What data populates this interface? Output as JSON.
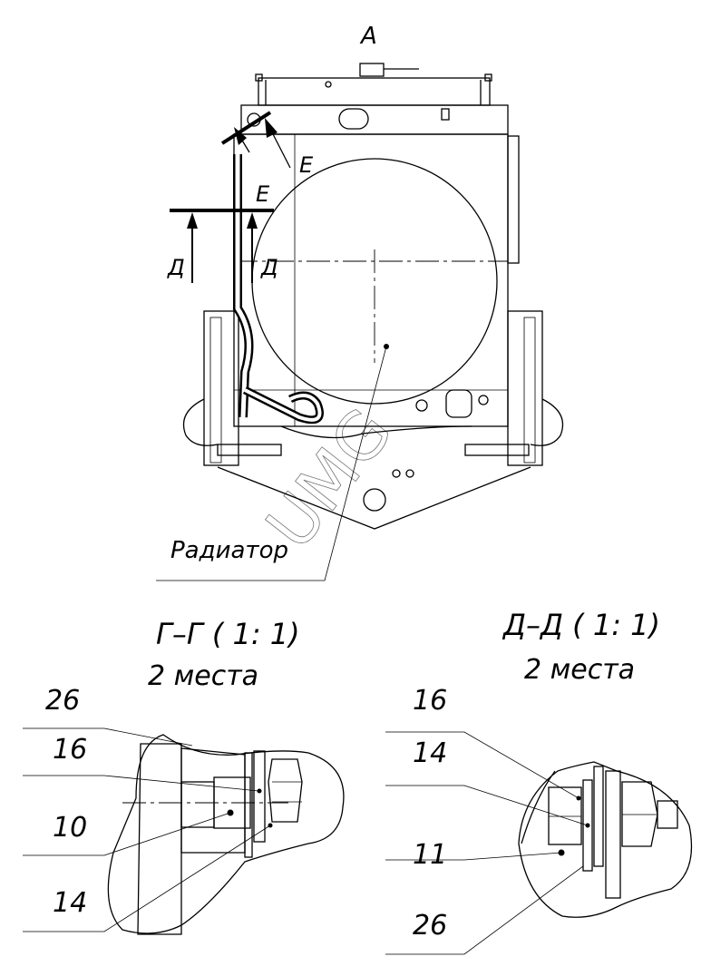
{
  "main_view": {
    "view_label": "А",
    "section_e_label_1": "Е",
    "section_e_label_2": "Е",
    "section_d_label_left": "Д",
    "section_d_label_right": "Д",
    "callout_radiator": "Радиатор",
    "watermark": "UMG"
  },
  "section_g": {
    "title": "Г–Г ( 1: 1)",
    "subtitle": "2 места",
    "callouts": [
      "26",
      "16",
      "10",
      "14"
    ]
  },
  "section_d": {
    "title": "Д–Д ( 1: 1)",
    "subtitle": "2 места",
    "callouts": [
      "16",
      "14",
      "11",
      "26"
    ]
  }
}
